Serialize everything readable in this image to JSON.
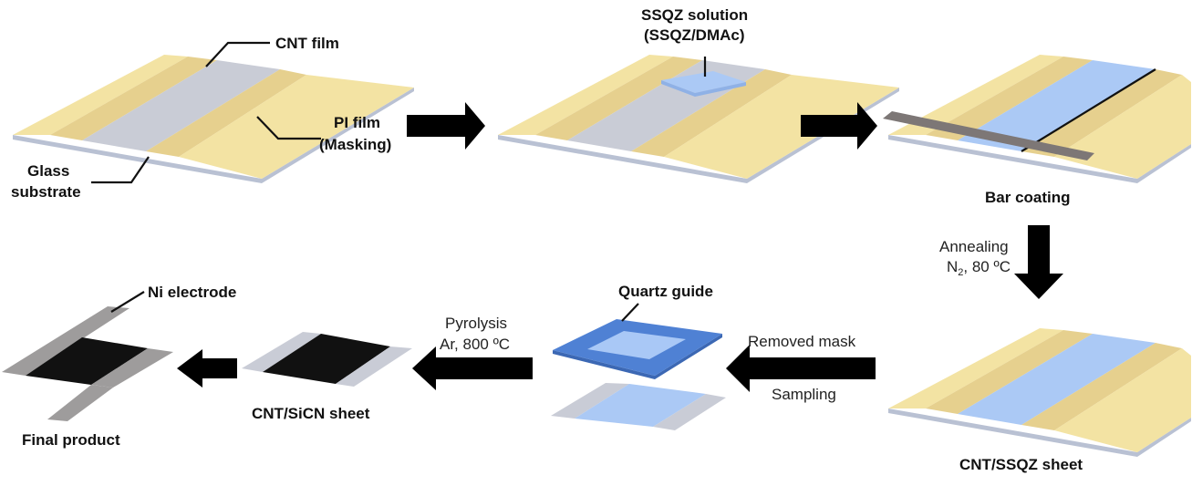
{
  "title": "CNT/SiCN sheet fabrication process",
  "colors": {
    "pi_film": "#f3e3a3",
    "pi_film_shade": "#e6d08e",
    "cnt_film": "#c9ccd6",
    "glass_edge": "#b9c1d3",
    "ssqz": "#abc9f5",
    "ssqz_dark": "#8fb1e6",
    "bar": "#7d7776",
    "quartz": "#4f81d4",
    "quartz_inner": "#a9c8f6",
    "sicn": "#111111",
    "ni": "#9e9c9c",
    "arrow": "#000000"
  },
  "steps": [
    {
      "id": "step1",
      "labels": {
        "cnt_film": "CNT film",
        "pi_film": "PI film",
        "pi_masking": "(Masking)",
        "glass": "Glass",
        "substrate": "substrate"
      }
    },
    {
      "id": "step2",
      "labels": {
        "solution": "SSQZ solution",
        "solution_detail": "(SSQZ/DMAc)"
      }
    },
    {
      "id": "step3",
      "caption": "Bar coating"
    },
    {
      "id": "step4",
      "caption": "CNT/SSQZ sheet"
    },
    {
      "id": "step5",
      "labels": {
        "quartz_guide": "Quartz guide"
      }
    },
    {
      "id": "step6",
      "caption": "CNT/SiCN sheet"
    },
    {
      "id": "step7",
      "caption": "Final product",
      "labels": {
        "ni_electrode": "Ni electrode"
      }
    }
  ],
  "transitions": {
    "annealing": {
      "line1": "Annealing",
      "line2_pre": "N",
      "line2_sub": "2",
      "line2_post": ", 80 ºC"
    },
    "removed_mask": {
      "above": "Removed mask",
      "below": "Sampling"
    },
    "pyrolysis": {
      "line1": "Pyrolysis",
      "line2": "Ar, 800 ºC"
    }
  }
}
